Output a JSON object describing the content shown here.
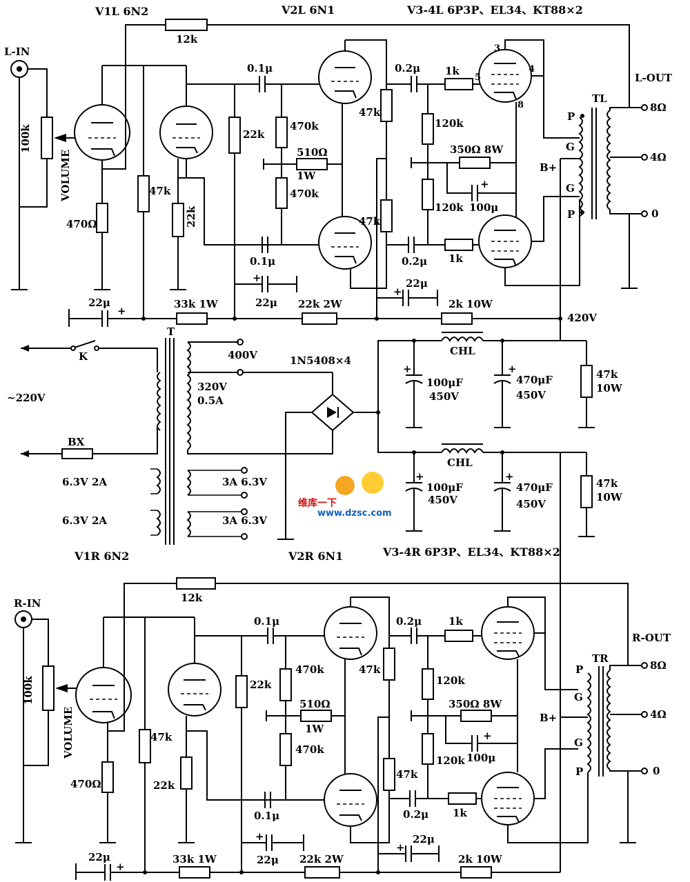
{
  "title_top_v1": "V1L 6N2",
  "title_top_v2": "V2L 6N1",
  "title_top_v34": "V3-4L 6P3P、EL34、KT88×2",
  "title_bot_v1": "V1R 6N2",
  "title_bot_v2": "V2R 6N1",
  "title_bot_v34": "V3-4R 6P3P、EL34、KT88×2",
  "left": {
    "input": "L-IN",
    "output": "L-OUT",
    "volume": "VOLUME",
    "pot": "100k",
    "r_fb": "12k",
    "r_cath1": "470Ω",
    "r_plate1": "47k",
    "r_plate2": "22k",
    "r_grid2": "22k",
    "c_couple1": "0.1μ",
    "c_couple2": "0.1μ",
    "r_pi_top": "470k",
    "r_pi_bot": "470k",
    "r_pi_mid": "510Ω",
    "r_pi_mid_w": "1W",
    "r_load_top": "47k",
    "r_load_bot": "47k",
    "c_out_top": "0.2μ",
    "c_out_bot": "0.2μ",
    "r_g_top": "1k",
    "r_g_bot": "1k",
    "r_bias_top": "120k",
    "r_bias_bot": "120k",
    "r_cath": "350Ω 8W",
    "c_cath": "100μ",
    "c_dec1": "22μ",
    "c_dec2": "22μ",
    "c_dec3": "22μ",
    "r_dec1": "33k 1W",
    "r_dec2": "22k 2W",
    "r_dec3": "2k 10W",
    "pin3": "3",
    "pin4": "4",
    "pin5": "5",
    "pin8": "8",
    "xfmr": "TL",
    "tap_p1": "P",
    "tap_g1": "G",
    "tap_b": "B+",
    "tap_g2": "G",
    "tap_p2": "P",
    "out_8": "8Ω",
    "out_4": "4Ω",
    "out_0": "0"
  },
  "right": {
    "input": "R-IN",
    "output": "R-OUT",
    "volume": "VOLUME",
    "pot": "100k",
    "r_fb": "12k",
    "r_cath1": "470Ω",
    "r_plate1": "47k",
    "r_plate2": "22k",
    "r_grid2": "22k",
    "c_couple1": "0.1μ",
    "c_couple2": "0.1μ",
    "r_pi_top": "470k",
    "r_pi_bot": "470k",
    "r_pi_mid": "510Ω",
    "r_pi_mid_w": "1W",
    "r_load_top": "47k",
    "r_load_bot": "47k",
    "c_out_top": "0.2μ",
    "c_out_bot": "0.2μ",
    "r_g_top": "1k",
    "r_g_bot": "1k",
    "r_bias_top": "120k",
    "r_bias_bot": "120k",
    "r_cath": "350Ω 8W",
    "c_cath": "100μ",
    "c_dec1": "22μ",
    "c_dec2": "22μ",
    "c_dec3": "22μ",
    "r_dec1": "33k 1W",
    "r_dec2": "22k 2W",
    "r_dec3": "2k 10W",
    "xfmr": "TR",
    "tap_p1": "P",
    "tap_g1": "G",
    "tap_b": "B+",
    "tap_g2": "G",
    "tap_p2": "P",
    "out_8": "8Ω",
    "out_4": "4Ω",
    "out_0": "0"
  },
  "psu": {
    "b_plus": "420V",
    "mains": "~220V",
    "switch": "K",
    "fuse": "BX",
    "transformer": "T",
    "sec_400": "400V",
    "sec_320": "320V",
    "sec_320_i": "0.5A",
    "rectifier": "1N5408×4",
    "heater_l1": "6.3V 2A",
    "heater_l2": "6.3V 2A",
    "heater_r1": "3A 6.3V",
    "heater_r2": "3A 6.3V",
    "choke1": "CHL",
    "choke2": "CHL",
    "c1": "100μF",
    "c1_v": "450V",
    "c2": "470μF",
    "c2_v": "450V",
    "c3": "100μF",
    "c3_v": "450V",
    "c4": "470μF",
    "c4_v": "450V",
    "r_bleed1": "47k",
    "r_bleed1_w": "10W",
    "r_bleed2": "47k",
    "r_bleed2_w": "10W"
  },
  "watermark": {
    "line1": "维库一下",
    "line2": "www.dzsc.com"
  }
}
